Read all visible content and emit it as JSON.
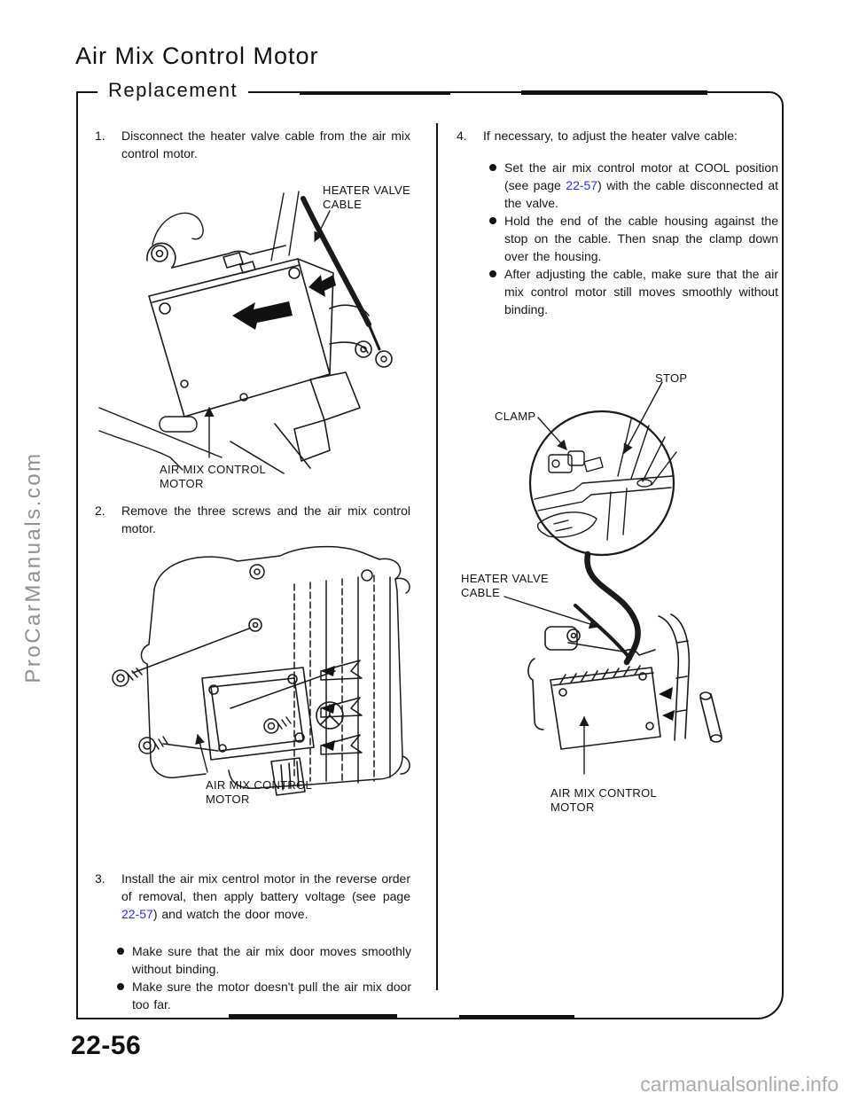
{
  "page": {
    "title": "Air Mix Control Motor",
    "section_label": "Replacement",
    "page_number": "22-56"
  },
  "watermarks": {
    "left": "ProCarManuals.com",
    "bottom_right": "carmanualsonline.info"
  },
  "icons": {
    "bullet_glyph": "●"
  },
  "colors": {
    "ink": "#161616",
    "link_blue": "#2c2ce2",
    "watermark_gray": "#919191"
  },
  "steps": {
    "step1": {
      "num": "1.",
      "text": "Disconnect the heater valve cable from the air mix control motor."
    },
    "step2": {
      "num": "2.",
      "text": "Remove the three screws and the air mix control motor."
    },
    "step3": {
      "num": "3.",
      "text_before_link": "Install the air mix centrol motor in the reverse order of removal, then apply battery voltage (see page ",
      "link": "22-57",
      "text_after_link": ") and watch the door move.",
      "bullets": [
        "Make sure that the air mix door moves smoothly without binding.",
        "Make sure the motor doesn't pull the air mix door too far."
      ]
    },
    "step4": {
      "num": "4.",
      "text": "If necessary, to adjust the heater valve cable:",
      "bullet1_before_link": "Set the air mix control motor at COOL position (see page ",
      "bullet1_link": "22-57",
      "bullet1_after_link": ") with the cable disconnected at the valve.",
      "bullet2": "Hold the end of the cable housing against the stop on the cable. Then snap the clamp down over the housing.",
      "bullet3": "After adjusting the cable, make sure that the air mix control motor still moves smoothly without binding."
    }
  },
  "diagram1": {
    "cable_label": "HEATER VALVE\nCABLE",
    "motor_label": "AIR MIX CONTROL\nMOTOR"
  },
  "diagram2": {
    "motor_label": "AIR MIX CONTROL\nMOTOR"
  },
  "diagram3": {
    "stop_label": "STOP",
    "clamp_label": "CLAMP",
    "cable_label": "HEATER VALVE\nCABLE",
    "motor_label": "AIR MIX CONTROL\nMOTOR"
  }
}
